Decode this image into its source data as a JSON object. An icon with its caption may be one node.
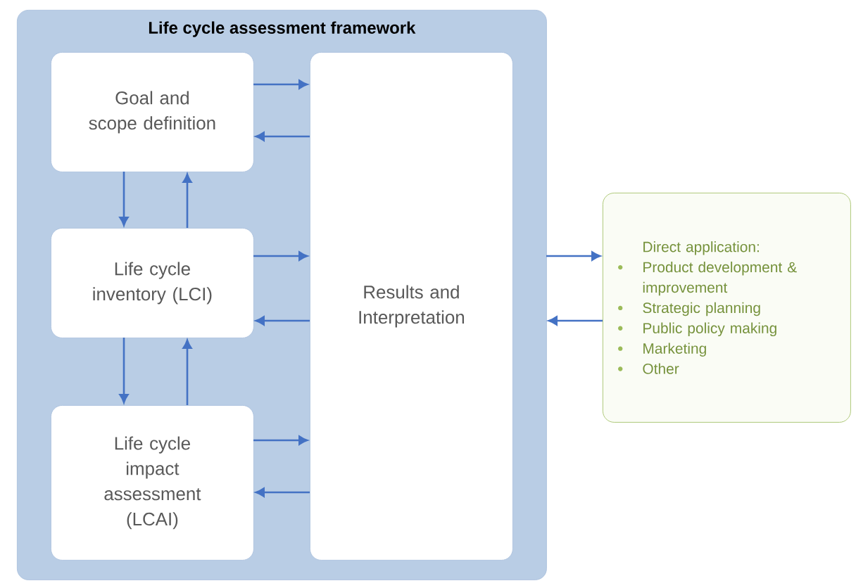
{
  "diagram": {
    "nodes": [
      {
        "text": [
          "Life cycle assessment framework"
        ]
      },
      {
        "text": [
          "Goal and scope definition"
        ],
        "in": 0
      },
      {
        "text": [
          "Life cycle inventory (LCI)"
        ],
        "in": 0
      },
      {
        "text": [
          "Life cycle impact assessment (LCAI)"
        ],
        "in": 0
      },
      {
        "text": [
          "Results and Interpretation"
        ],
        "in": 0
      },
      {
        "text": [
          "Direct application:",
          "Product development & improvement",
          "Strategic planning",
          "Public policy making",
          "Marketing",
          "Other"
        ]
      }
    ],
    "edges": [
      {
        "from": 1,
        "to": 4,
        "arrow": "to"
      },
      {
        "from": 4,
        "to": 1,
        "arrow": "to"
      },
      {
        "from": 1,
        "to": 2,
        "arrow": "to"
      },
      {
        "from": 2,
        "to": 1,
        "arrow": "to"
      },
      {
        "from": 2,
        "to": 4,
        "arrow": "to"
      },
      {
        "from": 4,
        "to": 2,
        "arrow": "to"
      },
      {
        "from": 2,
        "to": 3,
        "arrow": "to"
      },
      {
        "from": 3,
        "to": 2,
        "arrow": "to"
      },
      {
        "from": 3,
        "to": 4,
        "arrow": "to"
      },
      {
        "from": 4,
        "to": 3,
        "arrow": "to"
      },
      {
        "from": 0,
        "to": 5,
        "arrow": "to"
      },
      {
        "from": 5,
        "to": 0,
        "arrow": "to"
      }
    ]
  }
}
